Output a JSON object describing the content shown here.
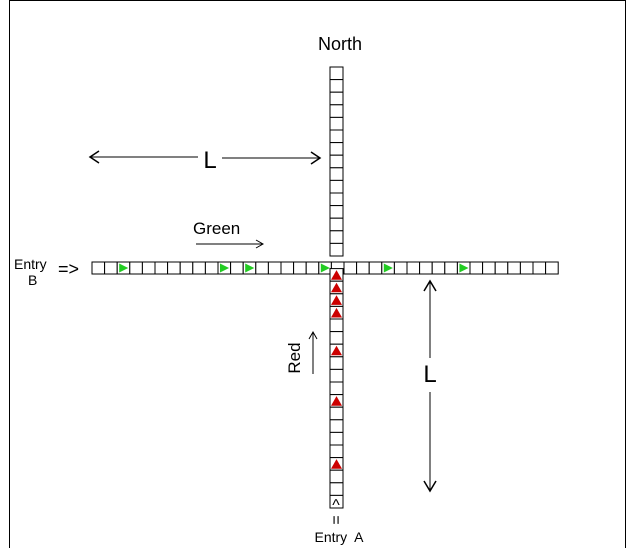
{
  "labels": {
    "north": "North",
    "green": "Green",
    "red": "Red",
    "entry_b_line1": "Entry",
    "entry_b_line2": "B",
    "entry_b_arrow": "=>",
    "entry_a_caret": "^",
    "entry_a_equals": "=",
    "entry_a_text": "Entry  A",
    "length_top": "L",
    "length_right": "L"
  },
  "colors": {
    "green_car": "#22cc22",
    "red_car": "#cc0000",
    "line": "#000000",
    "background": "#ffffff"
  },
  "roads": {
    "horizontal": {
      "cells": 37,
      "green_cars_at_cells": [
        2,
        10,
        12,
        18,
        23,
        29
      ]
    },
    "vertical": {
      "cells": 35,
      "intersection_cell": 15,
      "red_cars_at_cells": [
        16,
        17,
        18,
        19,
        22,
        26,
        31
      ]
    }
  }
}
